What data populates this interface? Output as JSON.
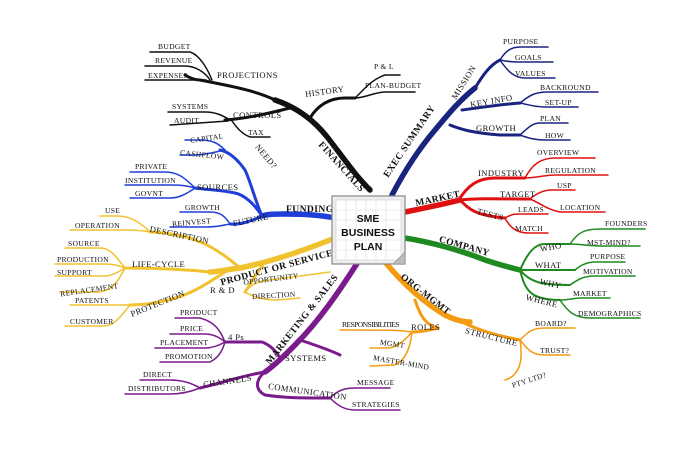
{
  "center": {
    "line1": "SME",
    "line2": "BUSINESS",
    "line3": "PLAN"
  },
  "colors": {
    "financials": "#111111",
    "exec_summary": "#1a237e",
    "market": "#e01010",
    "company": "#1f8a1f",
    "org_mgmt": "#f39c12",
    "marketing_sales": "#7b1a8c",
    "product_service": "#f2c12e",
    "funding": "#1f3fd8"
  },
  "financials": {
    "title": "FINANCIALS",
    "projections": {
      "label": "PROJECTIONS",
      "items": [
        "BUDGET",
        "REVENUE",
        "EXPENSES"
      ]
    },
    "history": {
      "label": "HISTORY",
      "items": [
        "P & L",
        "PLAN-BUDGET"
      ]
    },
    "controls": {
      "label": "CONTROLS",
      "items": [
        "SYSTEMS",
        "AUDIT",
        "TAX"
      ]
    }
  },
  "exec_summary": {
    "title": "EXEC SUMMARY",
    "mission": {
      "label": "MISSION",
      "items": [
        "PURPOSE",
        "GOALS",
        "VALUES"
      ]
    },
    "key_info": {
      "label": "KEY INFO",
      "items": [
        "BACKROUND",
        "SET-UP"
      ]
    },
    "growth": {
      "label": "GROWTH",
      "items": [
        "PLAN",
        "HOW"
      ]
    }
  },
  "market": {
    "title": "MARKET",
    "industry": {
      "label": "INDUSTRY",
      "items": [
        "OVERVIEW",
        "REGULATION"
      ]
    },
    "target": {
      "label": "TARGET",
      "items": [
        "USP",
        "LOCATION"
      ]
    },
    "tests": {
      "label": "TESTS",
      "items": [
        "LEADS",
        "MATCH"
      ]
    }
  },
  "company": {
    "title": "COMPANY",
    "who": {
      "label": "WHO",
      "items": [
        "FOUNDERS",
        "MST-MIND?"
      ]
    },
    "what": {
      "label": "WHAT",
      "items": [
        "PURPOSE"
      ]
    },
    "why": {
      "label": "WHY",
      "items": [
        "MOTIVATION"
      ]
    },
    "where": {
      "label": "WHERE",
      "items": [
        "MARKET",
        "DEMOGRAPHICS"
      ]
    }
  },
  "org_mgmt": {
    "title": "ORG-MGMT",
    "roles": {
      "label": "ROLES",
      "items": [
        "RESPONSIBILITIES",
        "MGMT",
        "MASTER-MIND"
      ]
    },
    "structure": {
      "label": "STRUCTURE",
      "items": [
        "BOARD?",
        "TRUST?",
        "PTY LTD?"
      ]
    }
  },
  "marketing_sales": {
    "title": "MARKETING & SALES",
    "four_ps": {
      "label": "4 Ps",
      "items": [
        "PRODUCT",
        "PRICE",
        "PLACEMENT",
        "PROMOTION"
      ]
    },
    "systems": {
      "label": "SYSTEMS"
    },
    "channels": {
      "label": "CHANNELS",
      "items": [
        "DIRECT",
        "DISTRIBUTORS"
      ]
    },
    "communication": {
      "label": "COMMUNICATION",
      "items": [
        "MESSAGE",
        "STRATEGIES"
      ]
    }
  },
  "product_service": {
    "title": "PRODUCT OR SERVICE",
    "description": {
      "label": "DESCRIPTION",
      "items": [
        "USE",
        "OPERATION"
      ]
    },
    "life_cycle": {
      "label": "LIFE-CYCLE",
      "items": [
        "SOURCE",
        "PRODUCTION",
        "SUPPORT",
        "REPLACEMENT"
      ]
    },
    "protection": {
      "label": "PROTECTION",
      "items": [
        "PATENTS",
        "CUSTOMER"
      ]
    },
    "rnd": {
      "label": "R & D",
      "items": [
        "OPPORTUNITY",
        "DIRECTION"
      ]
    }
  },
  "funding": {
    "title": "FUNDING",
    "need": {
      "label": "NEED?",
      "items": [
        "CAPITAL",
        "CASHFLOW"
      ]
    },
    "sources": {
      "label": "SOURCES",
      "items": [
        "PRIVATE",
        "INSTITUTION",
        "GOVNT"
      ]
    },
    "future": {
      "label": "FUTURE",
      "items": [
        "GROWTH",
        "REINVEST"
      ]
    }
  }
}
